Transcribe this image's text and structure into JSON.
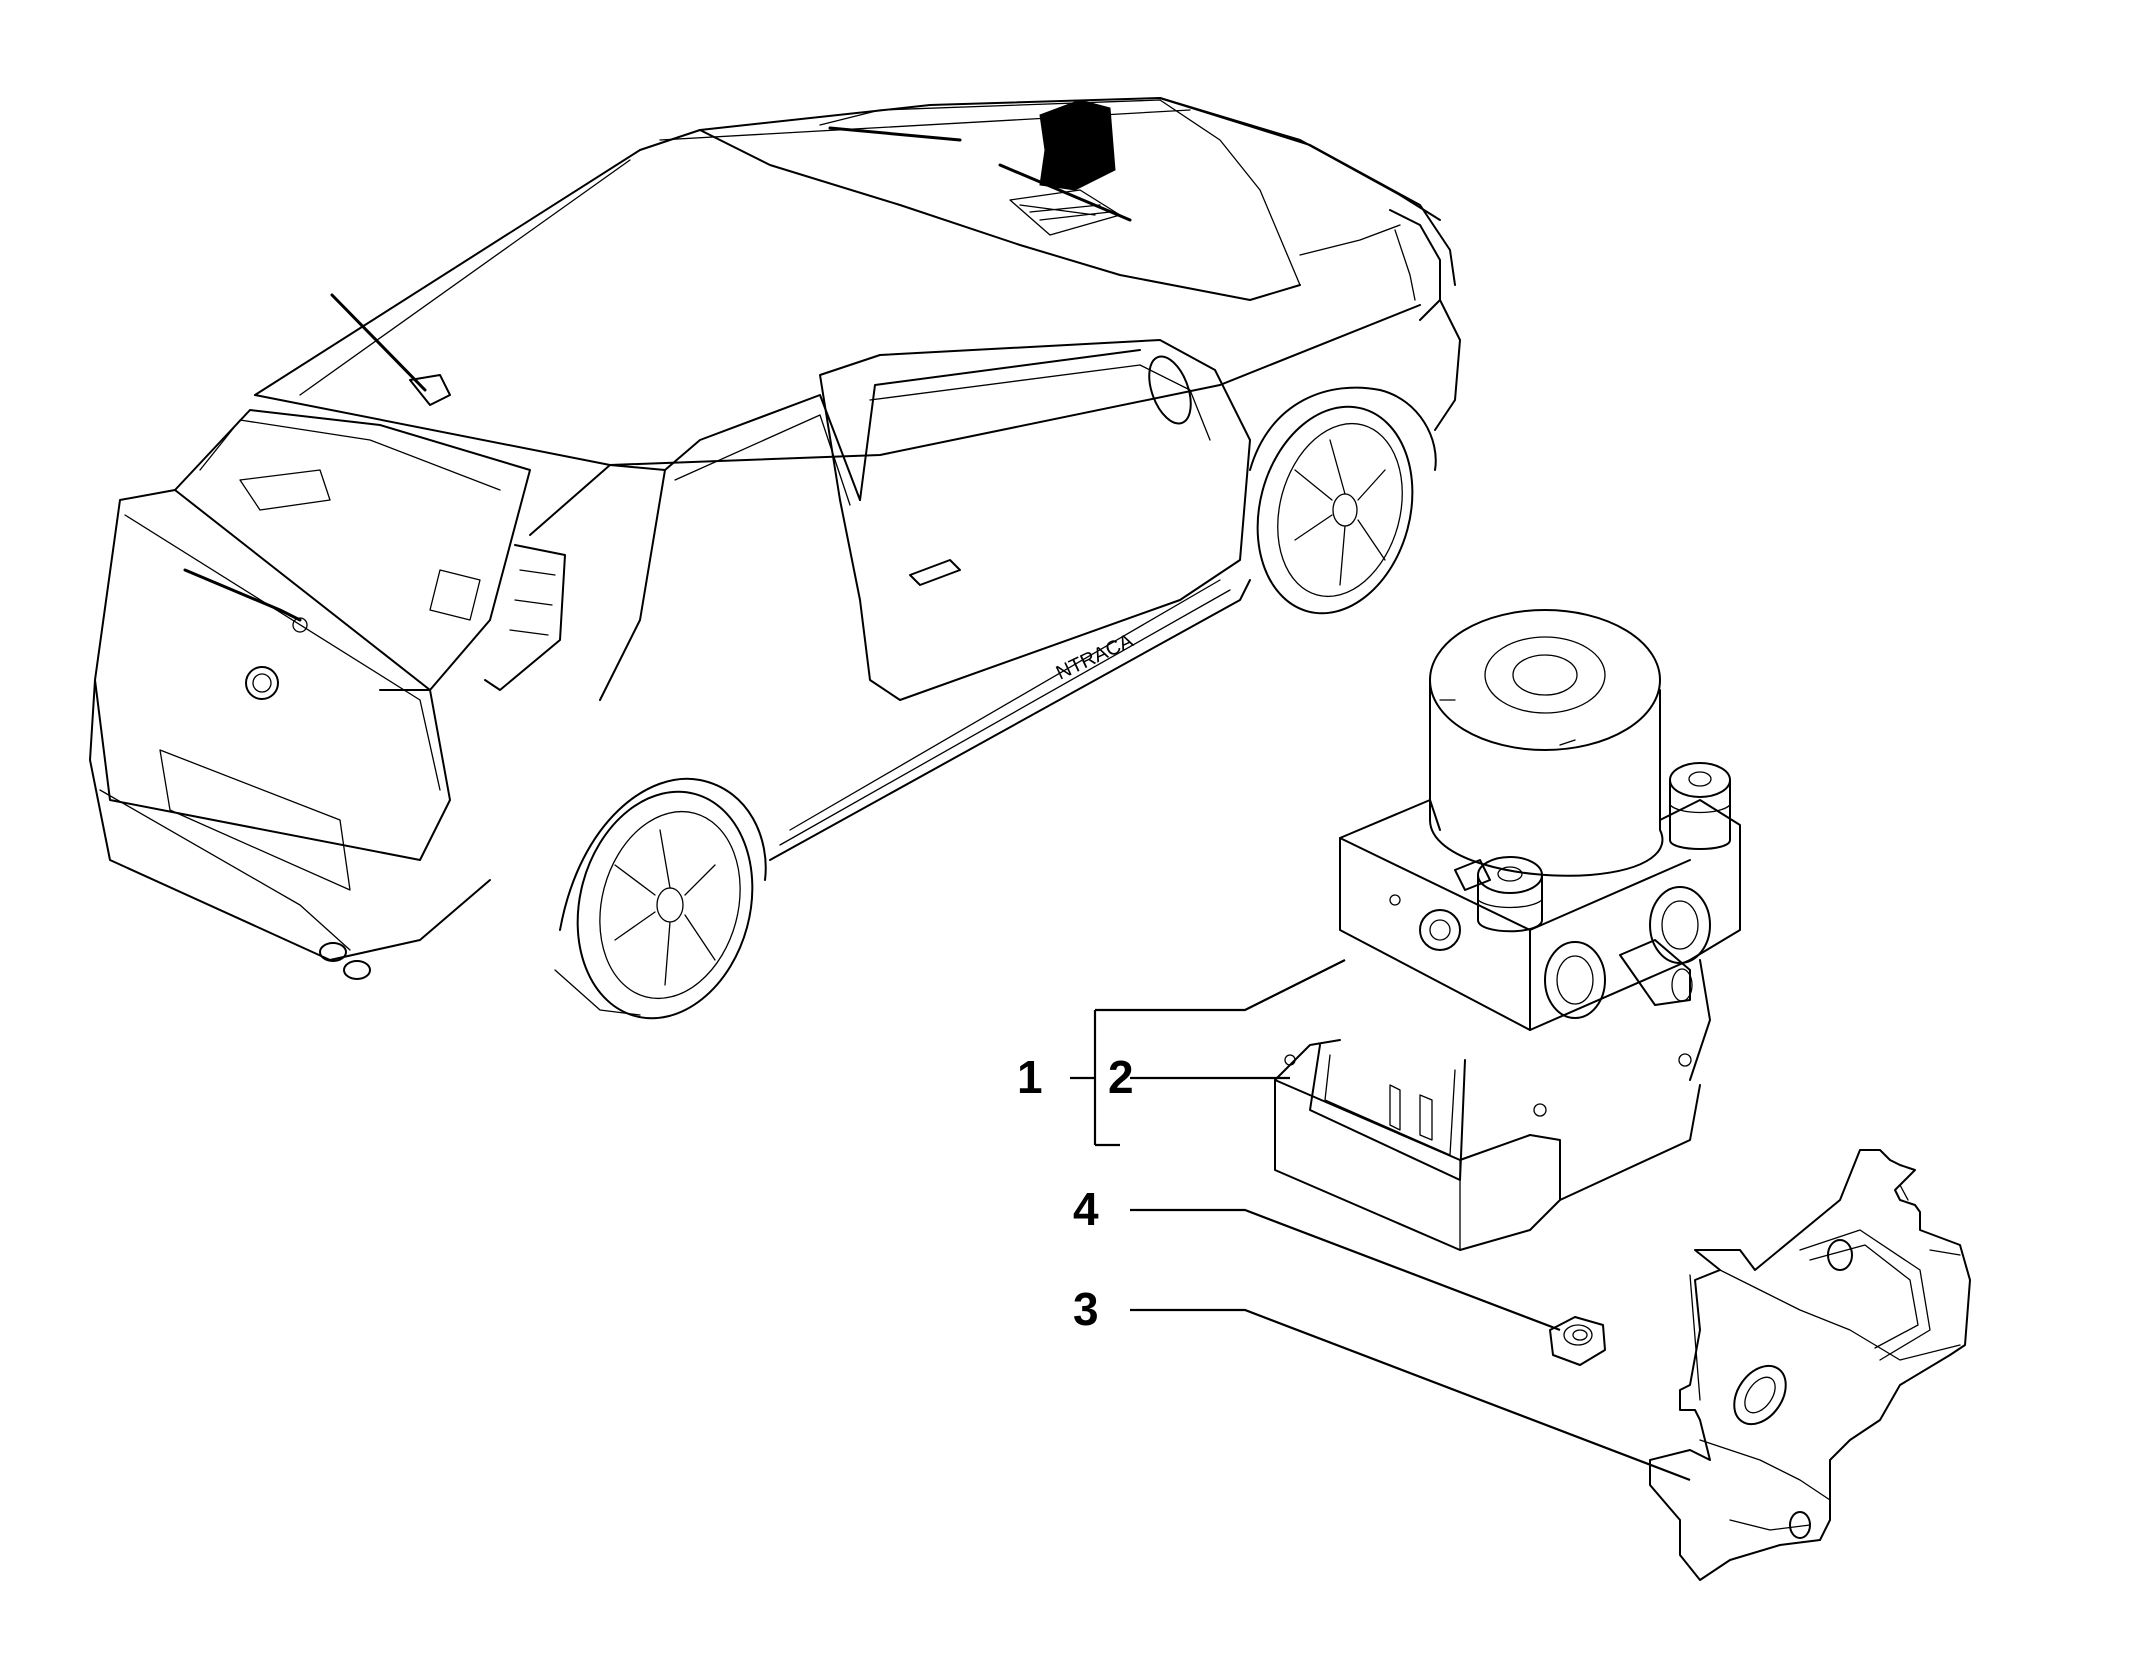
{
  "callouts": [
    {
      "id": "1",
      "label": "1"
    },
    {
      "id": "2",
      "label": "2"
    },
    {
      "id": "4",
      "label": "4"
    },
    {
      "id": "3",
      "label": "3"
    }
  ],
  "side_decal": "NTRACA"
}
